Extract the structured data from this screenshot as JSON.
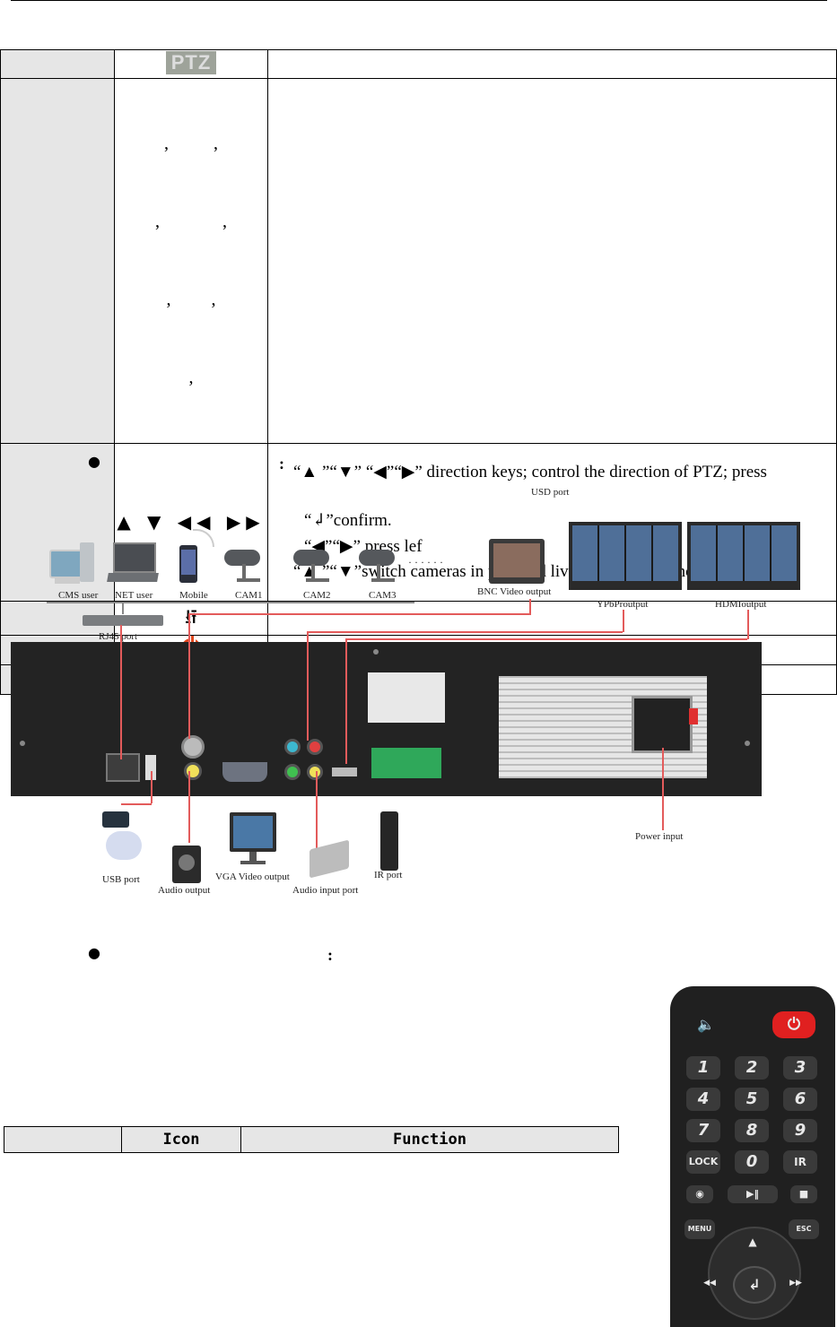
{
  "table_top": {
    "ptz_row": {
      "icon_text": "PTZ"
    },
    "comma_row": {
      "line1": ",          ,",
      "line2": ",              ,",
      "line3": ",         ,",
      "line4": ","
    },
    "direction_row": {
      "arrows": "▲ ▼ ◀◀ ▶▶",
      "desc_l1": "“▲ ”“▼” “◀”“▶” direction keys; control the direction of PTZ; press",
      "desc_l2": "“↲”confirm.",
      "desc_l3": "“◀”“▶” press lef",
      "desc_l4": "“▲ ”“▼”switch cameras in play and live mode. The cameras after four"
    },
    "usb_row": {
      "icon": "usb-icon",
      "glyph": "⭿"
    },
    "power_row": {
      "icon": "power-icon"
    },
    "knob_row": {
      "icon": "knob-icon"
    }
  },
  "section1": {
    "colon": ":"
  },
  "figure": {
    "usd_port": "USD port",
    "cms_user": "CMS user",
    "net_user": "NET user",
    "mobile": "Mobile",
    "cam1": "CAM1",
    "cam2": "CAM2",
    "cam3": "CAM3",
    "dots": "· · · · · ·",
    "bnc_video_output": "BNC Video output",
    "ypbpr_output": "YPbProutput",
    "hdmi_output": "HDMIoutput",
    "rj45_port": "RJ45 port",
    "usb_port": "USB port",
    "audio_output": "Audio output",
    "vga_video_output": "VGA Video output",
    "audio_input_port": "Audio input port",
    "ir_port": "IR port",
    "power_input": "Power input"
  },
  "section2": {
    "colon": ":"
  },
  "table_bottom": {
    "col1": "",
    "col2": "Icon",
    "col3": "Function"
  },
  "remote": {
    "mute": "🔈",
    "power": "⏻",
    "keys": [
      "1",
      "2",
      "3",
      "4",
      "5",
      "6",
      "7",
      "8",
      "9",
      "LOCK",
      "0",
      "IR"
    ],
    "row_media": [
      "◉",
      "▶‖",
      "■"
    ],
    "menu": "MENU",
    "esc": "ESC",
    "up": "▲",
    "left": "◀◀",
    "right": "▶▶",
    "enter": "↲"
  },
  "colors": {
    "accent_red": "#e0461c",
    "wire": "#e35b5b",
    "panel": "#232323"
  }
}
